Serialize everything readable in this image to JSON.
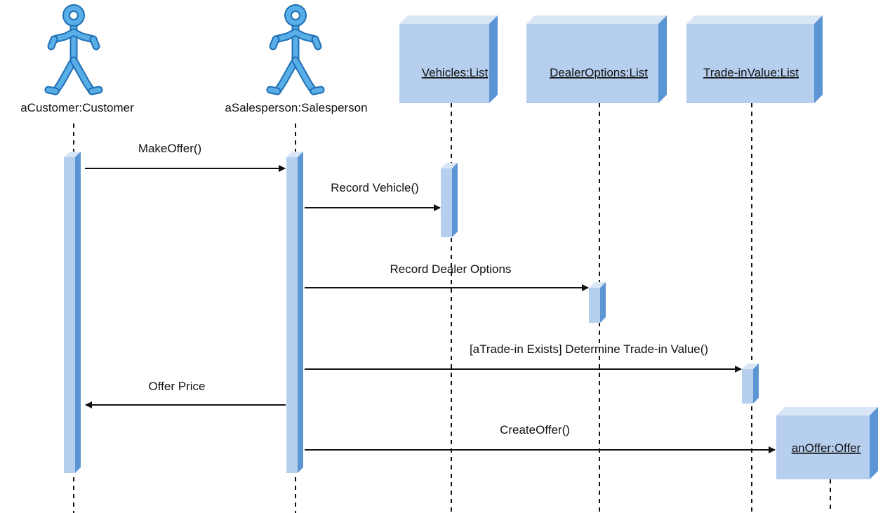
{
  "colors": {
    "box_face": "#b7cfee",
    "box_side": "#5b95d4",
    "box_top": "#d9e6f6",
    "actor_fill": "#5aaee8",
    "actor_stroke": "#1f6fb3",
    "line": "#111111",
    "background": "#ffffff"
  },
  "actors": [
    {
      "id": "customer",
      "label": "aCustomer:Customer"
    },
    {
      "id": "salesperson",
      "label": "aSalesperson:Salesperson"
    }
  ],
  "objects": [
    {
      "id": "vehicles",
      "label": "Vehicles:List"
    },
    {
      "id": "dealer_options",
      "label": "DealerOptions:List"
    },
    {
      "id": "tradein",
      "label": "Trade-inValue:List"
    },
    {
      "id": "offer",
      "label": "anOffer:Offer"
    }
  ],
  "messages": [
    {
      "label": "MakeOffer()",
      "from": "customer",
      "to": "salesperson"
    },
    {
      "label": "Record Vehicle()",
      "from": "salesperson",
      "to": "vehicles"
    },
    {
      "label": "Record Dealer Options",
      "from": "salesperson",
      "to": "dealer_options"
    },
    {
      "label": "[aTrade-in Exists] Determine Trade-in Value()",
      "from": "salesperson",
      "to": "tradein"
    },
    {
      "label": "Offer Price",
      "from": "salesperson",
      "to": "customer"
    },
    {
      "label": "CreateOffer()",
      "from": "salesperson",
      "to": "offer"
    }
  ]
}
